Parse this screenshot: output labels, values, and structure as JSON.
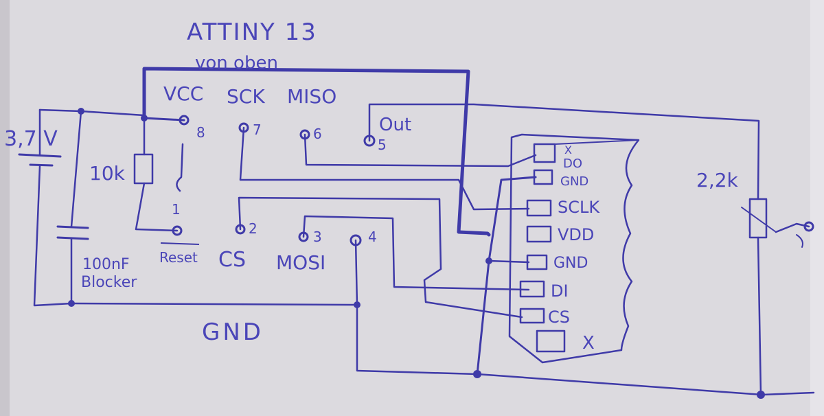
{
  "title": "ATTINY 13",
  "subtitle": "von oben",
  "colors": {
    "ink": "#3f3aa8",
    "paper": "#dcdadf",
    "paper_edge": "#c9c6cc"
  },
  "power": {
    "voltage_label": "3,7 V"
  },
  "components": {
    "pullup_resistor": "10k",
    "capacitor_value": "100nF",
    "capacitor_role": "Blocker",
    "output_resistor": "2,2k"
  },
  "mcu_pins": {
    "vcc": "VCC",
    "sck": "SCK",
    "miso": "MISO",
    "out": "Out",
    "reset": "Reset",
    "cs": "CS",
    "mosi": "MOSI",
    "pin8": "8",
    "pin7": "7",
    "pin6": "6",
    "pin5": "5",
    "pin1": "1",
    "pin2": "2",
    "pin3": "3",
    "pin4": "4"
  },
  "gnd_label": "GND",
  "sd_card": {
    "x_top": "X",
    "do": "DO",
    "gnd1": "GND",
    "sclk": "SCLK",
    "vdd": "VDD",
    "gnd2": "GND",
    "di": "DI",
    "cs": "CS",
    "x_bottom": "X"
  }
}
